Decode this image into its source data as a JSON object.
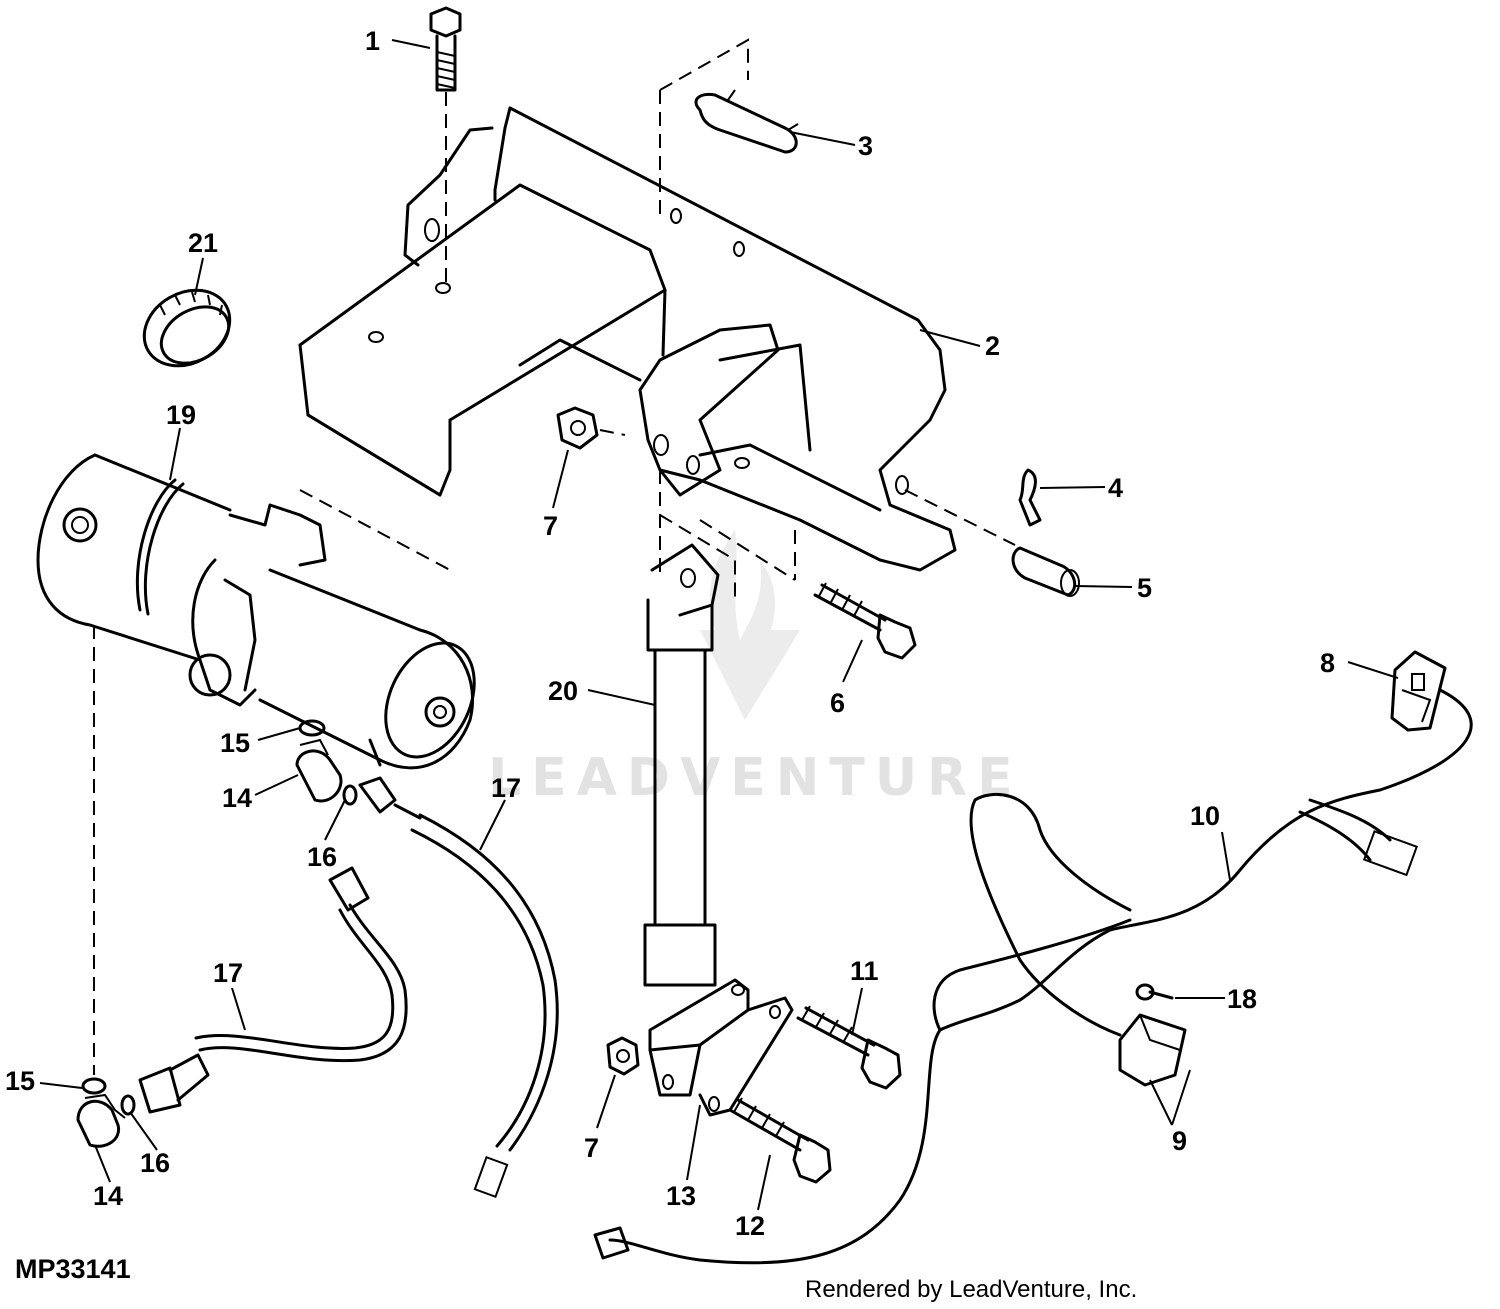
{
  "figure_id": "MP33141",
  "credit": "Rendered by LeadVenture, Inc.",
  "watermark": "LEADVENTURE",
  "callouts": [
    {
      "id": "c1",
      "label": "1"
    },
    {
      "id": "c2",
      "label": "2"
    },
    {
      "id": "c3",
      "label": "3"
    },
    {
      "id": "c4",
      "label": "4"
    },
    {
      "id": "c5",
      "label": "5"
    },
    {
      "id": "c6",
      "label": "6"
    },
    {
      "id": "c7a",
      "label": "7"
    },
    {
      "id": "c7b",
      "label": "7"
    },
    {
      "id": "c8",
      "label": "8"
    },
    {
      "id": "c9",
      "label": "9"
    },
    {
      "id": "c10",
      "label": "10"
    },
    {
      "id": "c11",
      "label": "11"
    },
    {
      "id": "c12",
      "label": "12"
    },
    {
      "id": "c13",
      "label": "13"
    },
    {
      "id": "c14a",
      "label": "14"
    },
    {
      "id": "c14b",
      "label": "14"
    },
    {
      "id": "c15a",
      "label": "15"
    },
    {
      "id": "c15b",
      "label": "15"
    },
    {
      "id": "c16a",
      "label": "16"
    },
    {
      "id": "c16b",
      "label": "16"
    },
    {
      "id": "c17a",
      "label": "17"
    },
    {
      "id": "c17b",
      "label": "17"
    },
    {
      "id": "c18",
      "label": "18"
    },
    {
      "id": "c19",
      "label": "19"
    },
    {
      "id": "c20",
      "label": "20"
    },
    {
      "id": "c21",
      "label": "21"
    }
  ]
}
